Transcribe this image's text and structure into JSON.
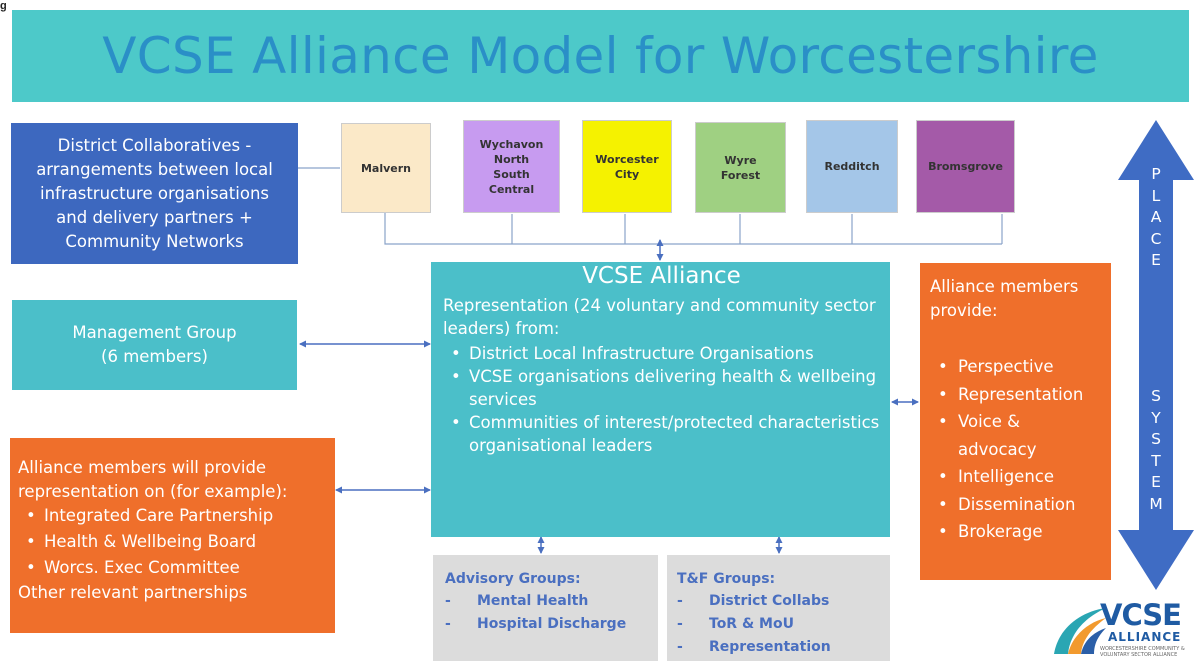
{
  "figure_label": "g",
  "title": "VCSE Alliance Model for Worcestershire",
  "district_collaboratives": {
    "lines": [
      "District Collaboratives -",
      "arrangements between local",
      "infrastructure organisations",
      "and delivery partners +",
      "Community Networks"
    ]
  },
  "districts": [
    {
      "name": "Malvern",
      "color": "#fbe9c8"
    },
    {
      "name": "Wychavon North South Central",
      "color": "#c79bf0"
    },
    {
      "name": "Worcester City",
      "color": "#f5f200"
    },
    {
      "name": "Wyre Forest",
      "color": "#9fd082"
    },
    {
      "name": "Redditch",
      "color": "#a4c6e8"
    },
    {
      "name": "Bromsgrove",
      "color": "#a45aa8"
    }
  ],
  "management_group": {
    "line1": "Management Group",
    "line2": "(6 members)"
  },
  "vcse_alliance": {
    "title": "VCSE Alliance",
    "intro": "Representation (24 voluntary and community sector leaders) from:",
    "bullets": [
      "District Local Infrastructure Organisations",
      "VCSE organisations delivering health & wellbeing services",
      "Communities of interest/protected characteristics organisational leaders"
    ]
  },
  "representation": {
    "intro": "Alliance members will provide representation on (for example):",
    "bullets": [
      "Integrated Care Partnership",
      "Health & Wellbeing Board",
      "Worcs. Exec Committee"
    ],
    "footer": "Other relevant partnerships"
  },
  "members_provide": {
    "title": "Alliance members provide:",
    "bullets": [
      "Perspective",
      "Representation",
      "Voice & advocacy",
      "Intelligence",
      "Dissemination",
      "Brokerage"
    ]
  },
  "advisory_groups": {
    "title": "Advisory Groups:",
    "items": [
      "Mental Health",
      "Hospital Discharge"
    ]
  },
  "tf_groups": {
    "title": "T&F Groups:",
    "items": [
      "District Collabs",
      "ToR & MoU",
      "Representation"
    ]
  },
  "place_system": {
    "letters": [
      "P",
      "L",
      "A",
      "C",
      "E",
      "S",
      "Y",
      "S",
      "T",
      "E",
      "M"
    ]
  },
  "logo": {
    "text": "VCSE",
    "sub": "ALLIANCE",
    "tagline": "WORCESTERSHIRE COMMUNITY & VOLUNTARY SECTOR ALLIANCE"
  },
  "colors": {
    "title_bg": "#4dc9c9",
    "title_text": "#2a8fc7",
    "blue": "#3d68bf",
    "teal": "#4bbfc9",
    "orange": "#ef6f2b",
    "grey": "#dcdcdc",
    "arrow": "#4a6fc0"
  }
}
